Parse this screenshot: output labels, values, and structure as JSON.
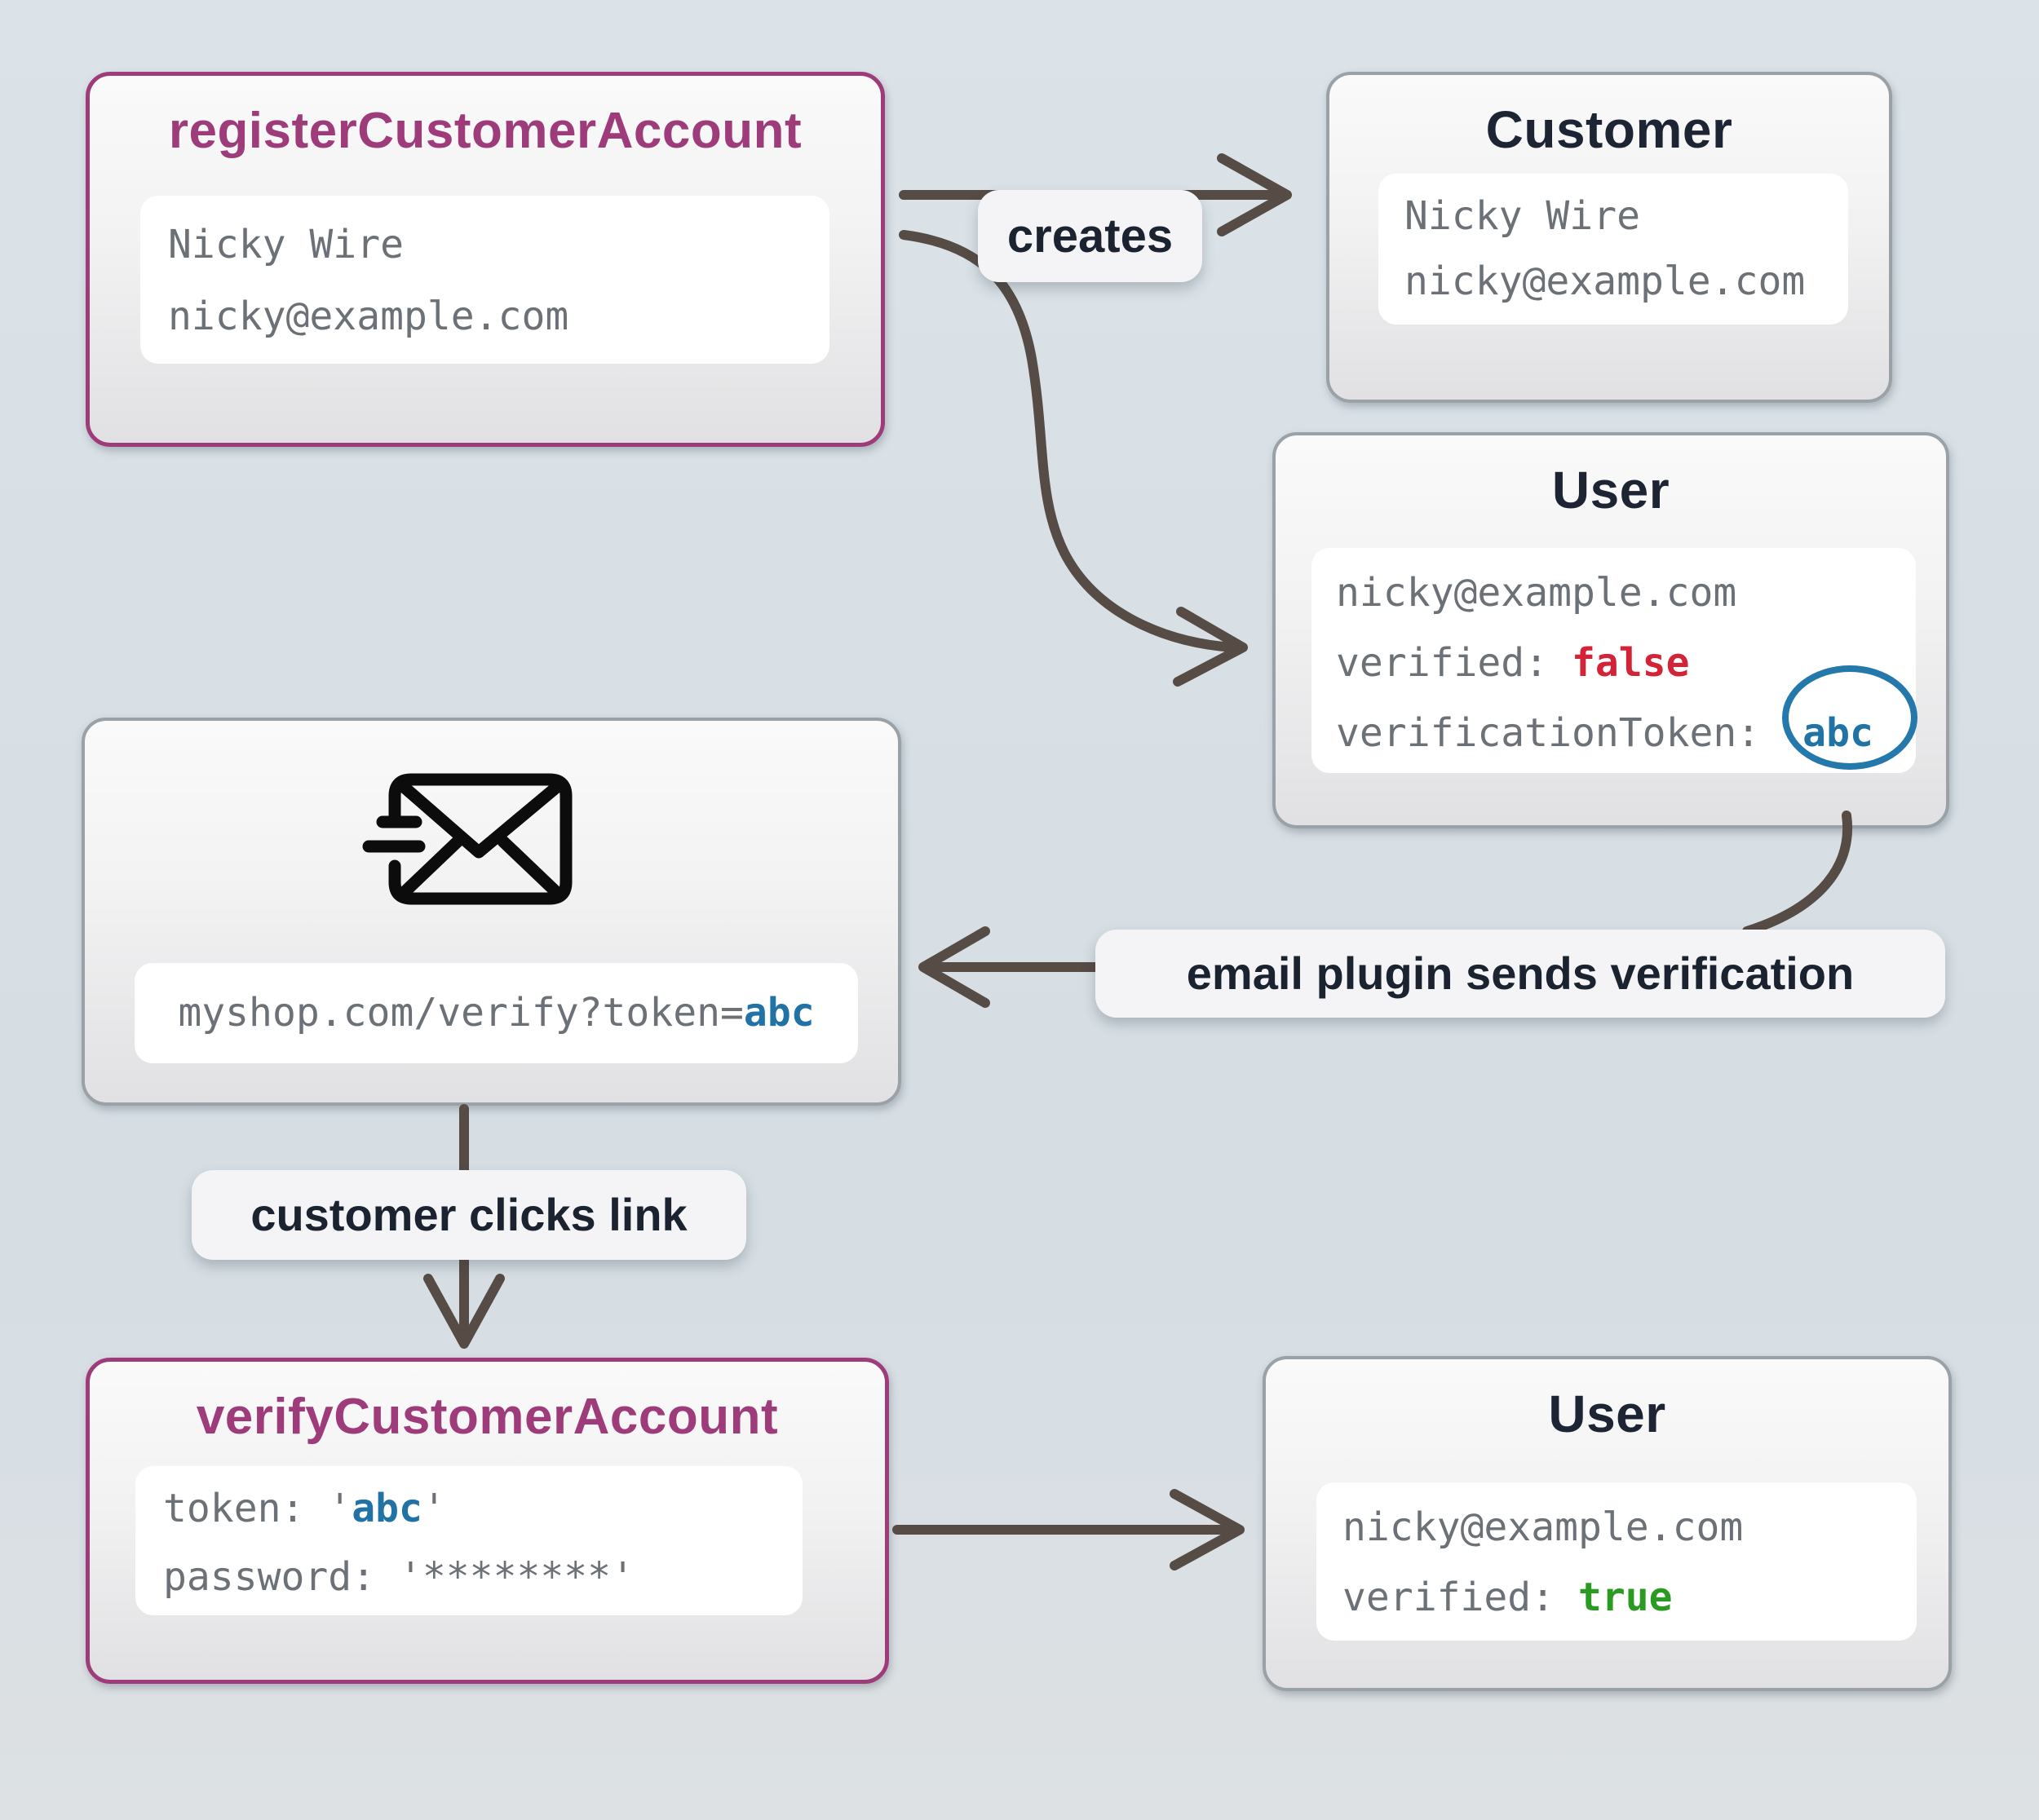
{
  "nodes": {
    "register": {
      "title": "registerCustomerAccount",
      "line1": "Nicky Wire",
      "line2": "nicky@example.com"
    },
    "customer": {
      "title": "Customer",
      "line1": "Nicky Wire",
      "line2": "nicky@example.com"
    },
    "user_unverified": {
      "title": "User",
      "email": "nicky@example.com",
      "verified_label": "verified: ",
      "verified_value": "false",
      "token_label": "verificationToken:",
      "token_value": "abc"
    },
    "email": {
      "icon": "mail-send-icon",
      "url_prefix": "myshop.com/verify?token=",
      "url_token": "abc"
    },
    "verify": {
      "title": "verifyCustomerAccount",
      "token_label": "token: ",
      "quote": "'",
      "token_value": "abc",
      "password_line": "password: '********'"
    },
    "user_verified": {
      "title": "User",
      "email": "nicky@example.com",
      "verified_label": "verified: ",
      "verified_value": "true"
    }
  },
  "labels": {
    "creates": "creates",
    "email_plugin": "email plugin sends verification",
    "clicks": "customer clicks link"
  },
  "colors": {
    "command_accent": "#9e3c7b",
    "neutral_border": "#9aa1a7",
    "title_dark": "#1d2433",
    "mono_text": "#6b7176",
    "false_red": "#d22337",
    "true_green": "#2a9a23",
    "token_blue": "#2173a6",
    "arrow": "#574b45",
    "background": "#d7dfe5"
  }
}
